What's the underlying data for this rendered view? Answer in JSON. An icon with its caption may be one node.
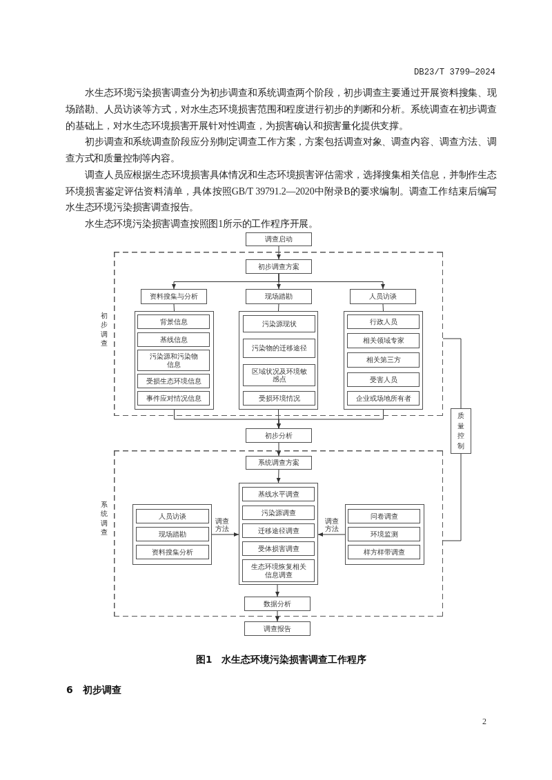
{
  "diagram": {
    "caption": "图1　水生态环境污染损害调查工作程序",
    "nodes": [
      {
        "text": [
          "调查启动"
        ]
      },
      {
        "text": [
          "初步调查"
        ]
      },
      {
        "text": [
          "初步调查方案"
        ],
        "in": 1
      },
      {
        "text": [
          "资料搜集与分析"
        ],
        "in": 1
      },
      {
        "text": [
          "现场踏勘"
        ],
        "in": 1
      },
      {
        "text": [
          "人员访谈"
        ],
        "in": 1
      },
      {
        "text": [],
        "shape": "box",
        "in": 1
      },
      {
        "text": [
          "背景信息"
        ],
        "in": 6
      },
      {
        "text": [
          "基线信息"
        ],
        "in": 6
      },
      {
        "text": [
          "污染源和污染物信息"
        ],
        "in": 6
      },
      {
        "text": [
          "受损生态环境信息"
        ],
        "in": 6
      },
      {
        "text": [
          "事件应对情况信息"
        ],
        "in": 6
      },
      {
        "text": [],
        "shape": "box",
        "in": 1
      },
      {
        "text": [
          "污染源现状"
        ],
        "in": 12
      },
      {
        "text": [
          "污染物的迁移途径"
        ],
        "in": 12
      },
      {
        "text": [
          "区域状况及环境敏感点"
        ],
        "in": 12
      },
      {
        "text": [
          "受损环境情况"
        ],
        "in": 12
      },
      {
        "text": [],
        "shape": "box",
        "in": 1
      },
      {
        "text": [
          "行政人员"
        ],
        "in": 17
      },
      {
        "text": [
          "相关领域专家"
        ],
        "in": 17
      },
      {
        "text": [
          "相关第三方"
        ],
        "in": 17
      },
      {
        "text": [
          "受害人员"
        ],
        "in": 17
      },
      {
        "text": [
          "企业或场地所有者"
        ],
        "in": 17
      },
      {
        "text": [
          "初步分析"
        ]
      },
      {
        "text": [
          "系统调查"
        ]
      },
      {
        "text": [
          "系统调查方案"
        ],
        "in": 24
      },
      {
        "text": [],
        "shape": "box",
        "in": 24
      },
      {
        "text": [
          "人员访谈"
        ],
        "in": 26
      },
      {
        "text": [
          "现场踏勘"
        ],
        "in": 26
      },
      {
        "text": [
          "资料搜集分析"
        ],
        "in": 26
      },
      {
        "text": [],
        "shape": "box",
        "in": 24
      },
      {
        "text": [
          "基线水平调查"
        ],
        "in": 30
      },
      {
        "text": [
          "污染源调查"
        ],
        "in": 30
      },
      {
        "text": [
          "迁移途径调查"
        ],
        "in": 30
      },
      {
        "text": [
          "受体损害调查"
        ],
        "in": 30
      },
      {
        "text": [
          "生态环境恢复相关信息调查"
        ],
        "in": 30
      },
      {
        "text": [],
        "shape": "box",
        "in": 24
      },
      {
        "text": [
          "问卷调查"
        ],
        "in": 36
      },
      {
        "text": [
          "环境监测"
        ],
        "in": 36
      },
      {
        "text": [
          "样方样带调查"
        ],
        "in": 36
      },
      {
        "text": [
          "数据分析"
        ],
        "in": 24
      },
      {
        "text": [
          "调查报告"
        ]
      },
      {
        "text": [
          "质量控制"
        ]
      }
    ],
    "edges": [
      {
        "from": 0,
        "to": 2,
        "arrow": "to"
      },
      {
        "from": 2,
        "to": 3,
        "arrow": "to"
      },
      {
        "from": 2,
        "to": 4,
        "arrow": "to"
      },
      {
        "from": 2,
        "to": 5,
        "arrow": "to"
      },
      {
        "from": 3,
        "to": 6,
        "arrow": "none"
      },
      {
        "from": 4,
        "to": 12,
        "arrow": "none"
      },
      {
        "from": 5,
        "to": 17,
        "arrow": "none"
      },
      {
        "from": 6,
        "to": 23,
        "arrow": "to"
      },
      {
        "from": 12,
        "to": 23,
        "arrow": "to"
      },
      {
        "from": 17,
        "to": 23,
        "arrow": "to"
      },
      {
        "from": 23,
        "to": 25,
        "arrow": "to"
      },
      {
        "from": 25,
        "to": 30,
        "arrow": "to"
      },
      {
        "from": 26,
        "to": 30,
        "arrow": "to",
        "label": "调查方法"
      },
      {
        "from": 36,
        "to": 30,
        "arrow": "to",
        "label": "调查方法"
      },
      {
        "from": 30,
        "to": 40,
        "arrow": "to"
      },
      {
        "from": 40,
        "to": 41,
        "arrow": "to"
      },
      {
        "from": 1,
        "to": 42,
        "arrow": "none"
      },
      {
        "from": 42,
        "to": 24,
        "arrow": "none"
      }
    ],
    "labels": [
      "DB23/T 3799—2024",
      "水生态环境污染损害调查分为初步调查和系统调查两个阶段，初步调查主要通过开展资料搜集、现场踏勘、人员访谈等方式，对水生态环境损害范围和程度进行初步的判断和分析。系统调查在初步调查的基础上，对水生态环境损害开展针对性调查，为损害确认和损害量化提供支撑。",
      "初步调查和系统调查阶段应分别制定调查工作方案，方案包括调查对象、调查内容、调查方法、调查方式和质量控制等内容。",
      "调查人员应根据生态环境损害具体情况和生态环境损害评估需求，选择搜集相关信息，并制作生态环境损害鉴定评估资料清单，具体按照GB/T 39791.2—2020中附录B的要求编制。调查工作结束后编写水生态环境污染损害调查报告。",
      "水生态环境污染损害调查按照图1所示的工作程序开展。",
      "6　初步调查",
      "2"
    ]
  }
}
